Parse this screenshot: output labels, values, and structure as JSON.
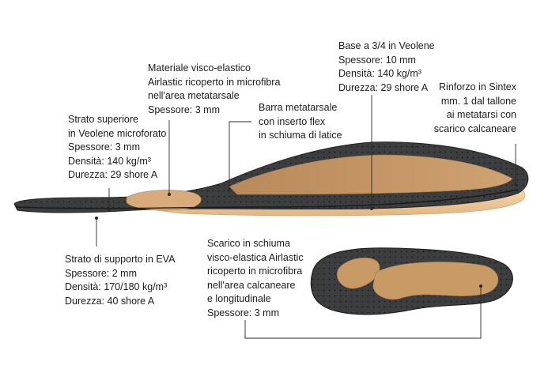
{
  "callouts": [
    {
      "id": "materiale",
      "lines": [
        "Materiale visco-elastico",
        "Airlastic ricoperto in microfibra",
        "nell'area metatarsale",
        "Spessore: 3 mm"
      ]
    },
    {
      "id": "base",
      "lines": [
        "Base a 3/4 in Veolene",
        "Spessore: 10 mm",
        "Densità: 140 kg/m³",
        "Durezza: 29 shore A"
      ]
    },
    {
      "id": "rinforzo",
      "lines": [
        "Rinforzo in Sintex",
        "mm. 1 dal tallone",
        "ai metatarsi con",
        "scarico calcaneare"
      ]
    },
    {
      "id": "barra",
      "lines": [
        "Barra metatarsale",
        "con inserto flex",
        "in schiuma di latice"
      ]
    },
    {
      "id": "strato-superiore",
      "lines": [
        "Strato superiore",
        "in Veolene microforato",
        "Spessore: 3 mm",
        "Densità: 140 kg/m³",
        "Durezza: 29 shore A"
      ]
    },
    {
      "id": "strato-supporto",
      "lines": [
        "Strato di supporto in EVA",
        "Spessore: 2 mm",
        "Densità: 170/180 kg/m³",
        "Durezza: 40 shore A"
      ]
    },
    {
      "id": "scarico",
      "lines": [
        "Scarico in schiuma",
        "visco-elastica Airlastic",
        "ricoperto in microfibra",
        "nell'area calcaneare",
        "e longitudinale",
        "Spessore: 3 mm"
      ]
    }
  ],
  "colors": {
    "top_layer": "#3c3d3f",
    "cork": "#c89a66",
    "foam_base": "#f0cfa3",
    "leader": "#2a2a2a"
  }
}
